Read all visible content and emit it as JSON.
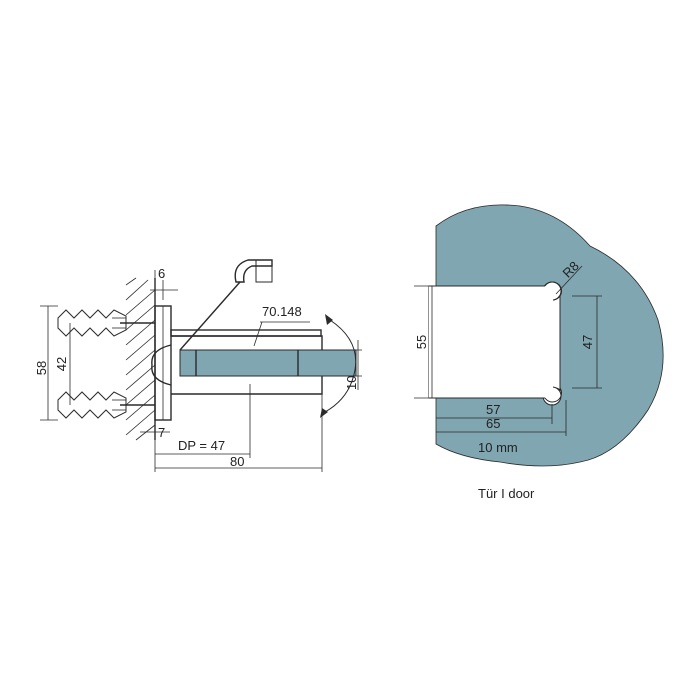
{
  "colors": {
    "glass": "#7fa6b1",
    "line": "#2a2a2a",
    "background": "#ffffff"
  },
  "side_view": {
    "dim_58": "58",
    "dim_42": "42",
    "dim_6": "6",
    "dim_7": "7",
    "part_no": "70.148",
    "dim_dp": "DP = 47",
    "dim_80": "80",
    "dim_10": "10"
  },
  "cutout_view": {
    "dim_r8": "R8",
    "dim_55": "55",
    "dim_47": "47",
    "dim_57": "57",
    "dim_65": "65",
    "dim_10mm": "10 mm",
    "caption": "Tür I door"
  }
}
